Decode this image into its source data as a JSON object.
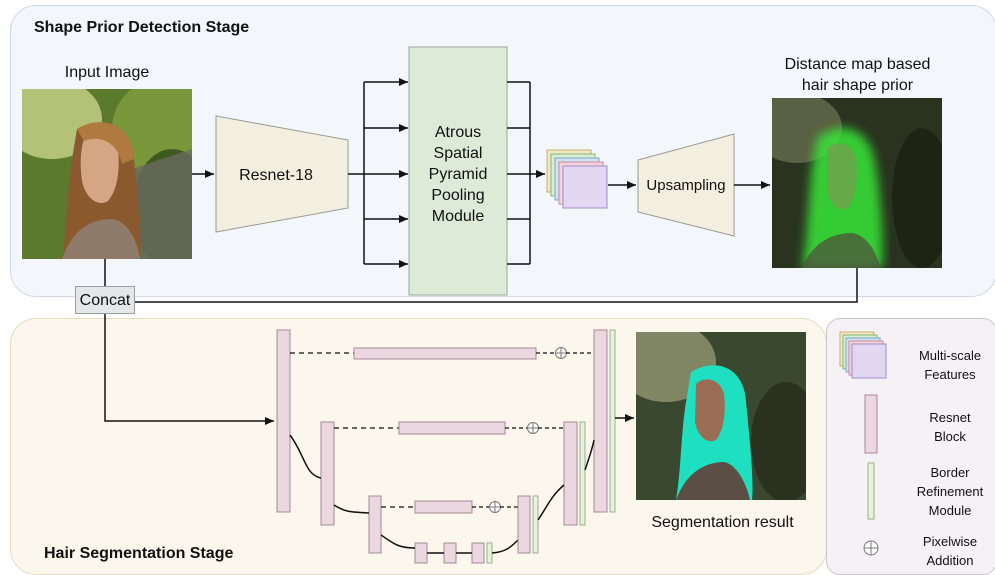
{
  "stages": {
    "shape_prior": "Shape Prior Detection Stage",
    "segmentation": "Hair Segmentation Stage"
  },
  "labels": {
    "input_image": "Input Image",
    "resnet": "Resnet-18",
    "aspp": [
      "Atrous",
      "Spatial",
      "Pyramid",
      "Pooling",
      "Module"
    ],
    "upsampling": "Upsampling",
    "distance_map": [
      "Distance map based",
      "hair shape prior"
    ],
    "concat": "Concat",
    "segmentation_result": "Segmentation result"
  },
  "legend": {
    "multi_scale": [
      "Multi-scale",
      "Features"
    ],
    "resnet_block": [
      "Resnet",
      "Block"
    ],
    "border_refinement": [
      "Border",
      "Refinement",
      "Module"
    ],
    "pixelwise_addition": [
      "Pixelwise",
      "Addition"
    ]
  },
  "colors": {
    "top_panel": "#f3f6fb",
    "bottom_panel": "#fcf7ec",
    "encoder_fill": "#f3efe0",
    "aspp_fill": "#dcebd8",
    "resnet_block_fill": "#ead7df",
    "border_refinement_fill": "#e6f1df",
    "prior_glow": "#39e639",
    "seg_mask": "#1ee0c0"
  }
}
